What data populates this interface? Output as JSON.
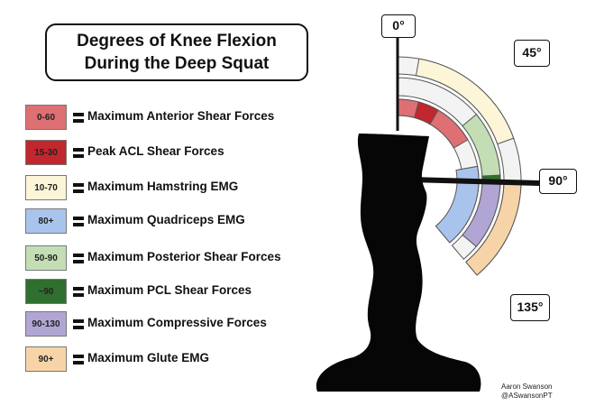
{
  "title": {
    "line1": "Degrees of Knee Flexion",
    "line2": "During the Deep Squat"
  },
  "legend": [
    {
      "range": "0-60",
      "label": "Maximum Anterior Shear Forces",
      "color": "#de6f73"
    },
    {
      "range": "15-30",
      "label": "Peak ACL Shear Forces",
      "color": "#c1272d"
    },
    {
      "range": "10-70",
      "label": "Maximum Hamstring EMG",
      "color": "#fdf5d8"
    },
    {
      "range": "80+",
      "label": "Maximum Quadriceps EMG",
      "color": "#a9c4ec"
    },
    {
      "range": "50-90",
      "label": "Maximum Posterior Shear Forces",
      "color": "#c3deb5"
    },
    {
      "range": "~90",
      "label": "Maximum PCL Shear Forces",
      "color": "#2f6f2f"
    },
    {
      "range": "90-130",
      "label": "Maximum Compressive Forces",
      "color": "#b1a6d3"
    },
    {
      "range": "90+",
      "label": "Maximum Glute EMG",
      "color": "#f7d4a8"
    }
  ],
  "angles": {
    "a0": "0°",
    "a45": "45°",
    "a90": "90°",
    "a135": "135°"
  },
  "credit": {
    "name": "Aaron Swanson",
    "handle": "@ASwansonPT"
  },
  "chart_data": {
    "type": "radial-arcs",
    "angle_range": [
      0,
      140
    ],
    "bands": [
      {
        "range": [
          0,
          60
        ],
        "label": "Maximum Anterior Shear Forces"
      },
      {
        "range": [
          15,
          30
        ],
        "label": "Peak ACL Shear Forces"
      },
      {
        "range": [
          10,
          70
        ],
        "label": "Maximum Hamstring EMG"
      },
      {
        "range": [
          80,
          140
        ],
        "label": "Maximum Quadriceps EMG"
      },
      {
        "range": [
          50,
          90
        ],
        "label": "Maximum Posterior Shear Forces"
      },
      {
        "range": [
          87,
          93
        ],
        "label": "Maximum PCL Shear Forces"
      },
      {
        "range": [
          90,
          130
        ],
        "label": "Maximum Compressive Forces"
      },
      {
        "range": [
          90,
          140
        ],
        "label": "Maximum Glute EMG"
      }
    ],
    "markers": [
      "0°",
      "45°",
      "90°",
      "135°"
    ]
  }
}
